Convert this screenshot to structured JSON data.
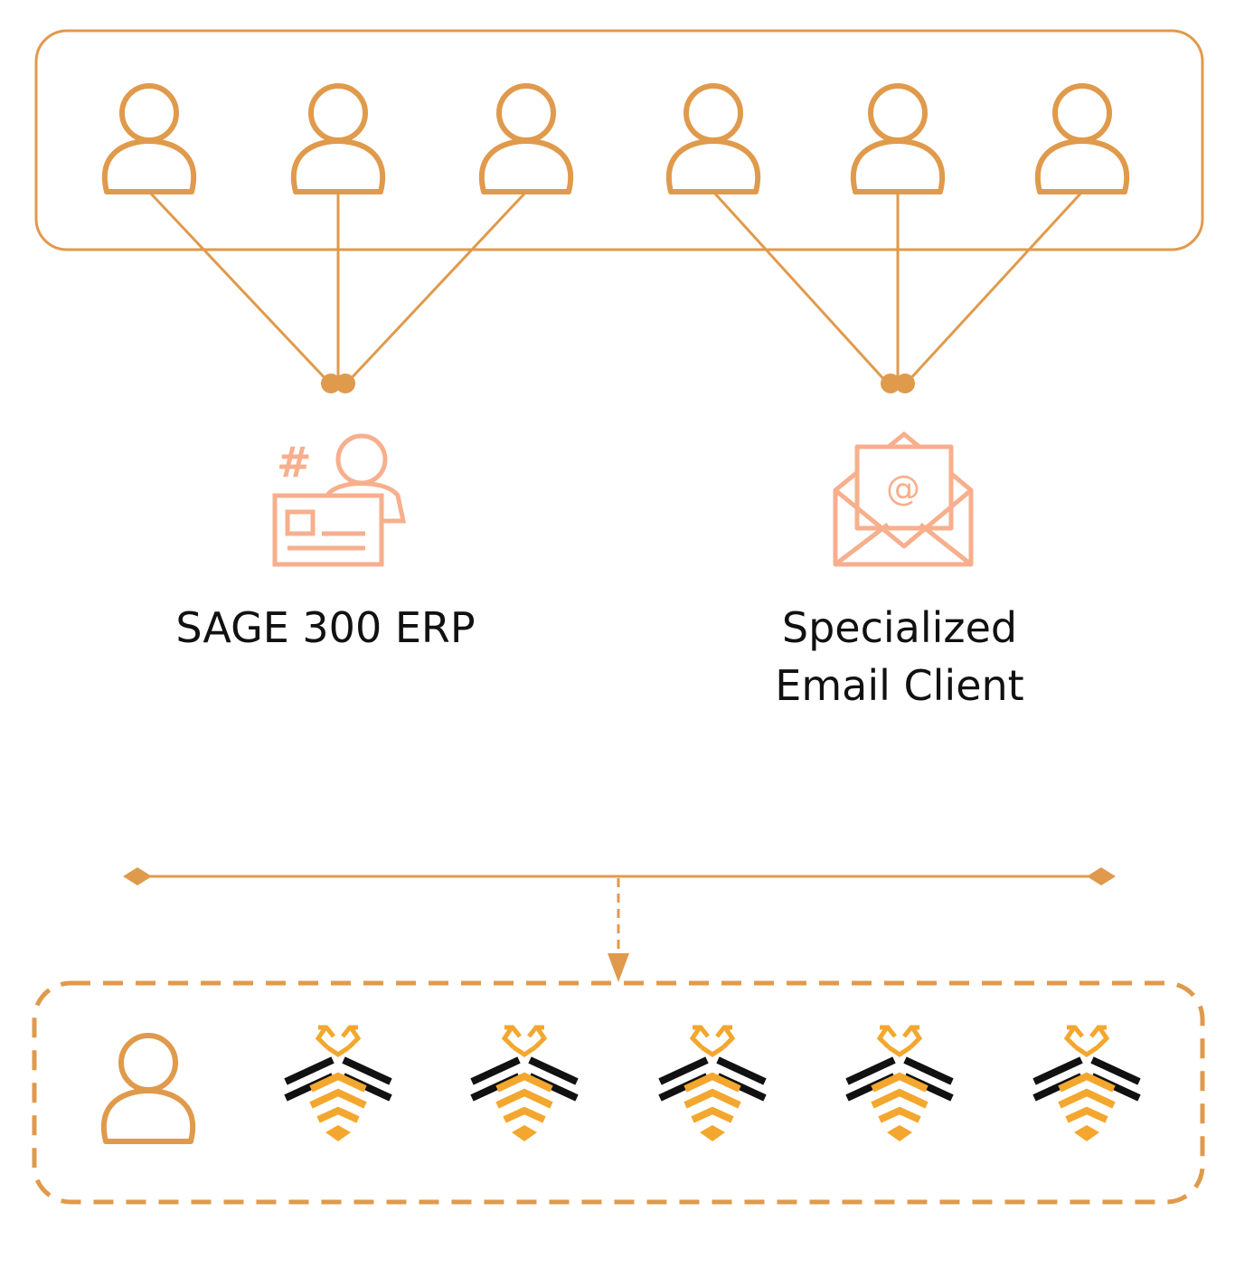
{
  "apps": {
    "sage": {
      "label": "SAGE 300 ERP",
      "icon": "employee-id-card-icon"
    },
    "email": {
      "label": "Specialized\nEmail Client",
      "icon": "open-envelope-at-icon"
    }
  },
  "users_top_count": 6,
  "bottom_group": {
    "user_count": 1,
    "bee_count": 5
  },
  "colors": {
    "primary": "#E09A4C",
    "icon_salmon": "#F7AF8D",
    "bee_yellow": "#F3A72E",
    "bee_black": "#111111"
  }
}
